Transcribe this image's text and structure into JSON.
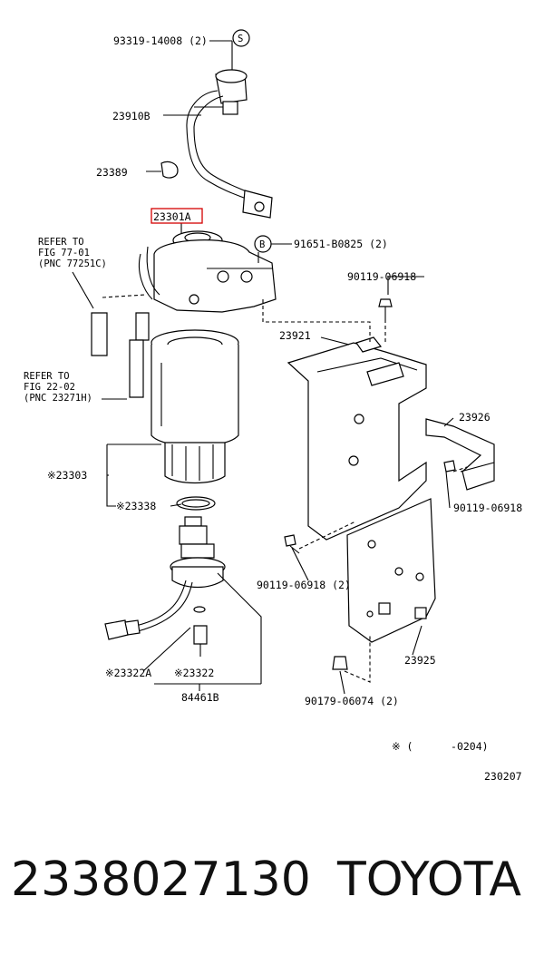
{
  "labels": {
    "p93319": "93319-14008 (2)",
    "mark_s": "S",
    "p23910b": "23910B",
    "p23389": "23389",
    "p23301a": "23301A",
    "mark_b": "B",
    "p91651": "91651-B0825 (2)",
    "ref1_l1": "REFER TO",
    "ref1_l2": "FIG 77-01",
    "ref1_l3": "(PNC 77251C)",
    "p90119_top": "90119-06918",
    "p23921": "23921",
    "ref2_l1": "REFER TO",
    "ref2_l2": "FIG 22-02",
    "ref2_l3": "(PNC 23271H)",
    "p23926": "23926",
    "p23303": "※23303",
    "p23338": "※23338",
    "p90119_right": "90119-06918",
    "p90119_left": "90119-06918 (2)",
    "p23925": "23925",
    "p23322a": "※23322A",
    "p23322": "※23322",
    "p84461b": "84461B",
    "p90179": "90179-06074 (2)",
    "note": "※ (      -0204)",
    "fig_code": "230207"
  },
  "highlight_color": "#d40000",
  "footer": {
    "part_number": "2338027130",
    "brand": "TOYOTA"
  }
}
